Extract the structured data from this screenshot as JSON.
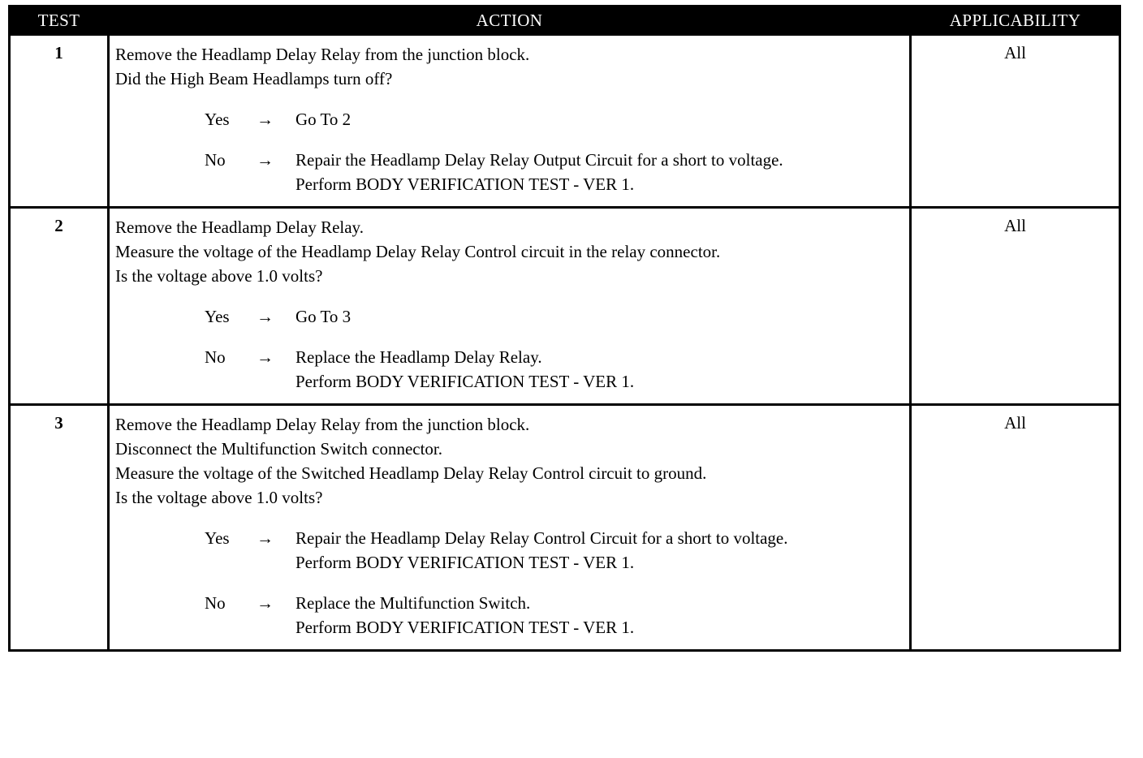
{
  "table": {
    "headers": {
      "test": "TEST",
      "action": "ACTION",
      "applicability": "APPLICABILITY"
    },
    "rows": [
      {
        "test": "1",
        "applicability": "All",
        "statements": [
          "Remove the Headlamp Delay Relay from the junction block.",
          "Did the High Beam Headlamps turn off?"
        ],
        "branches": [
          {
            "answer": "Yes",
            "arrow": "→",
            "lines": [
              "Go To   2"
            ]
          },
          {
            "answer": "No",
            "arrow": "→",
            "lines": [
              "Repair the Headlamp Delay Relay Output Circuit for a short to voltage.",
              "Perform BODY VERIFICATION TEST - VER 1."
            ]
          }
        ]
      },
      {
        "test": "2",
        "applicability": "All",
        "statements": [
          "Remove the Headlamp Delay Relay.",
          "Measure the voltage of the Headlamp Delay Relay Control circuit in the relay connector.",
          "Is the voltage above 1.0 volts?"
        ],
        "branches": [
          {
            "answer": "Yes",
            "arrow": "→",
            "lines": [
              "Go To   3"
            ]
          },
          {
            "answer": "No",
            "arrow": "→",
            "lines": [
              "Replace the Headlamp Delay Relay.",
              "Perform BODY VERIFICATION TEST - VER 1."
            ]
          }
        ]
      },
      {
        "test": "3",
        "applicability": "All",
        "statements": [
          "Remove the Headlamp Delay Relay from the junction block.",
          "Disconnect the Multifunction Switch connector.",
          "Measure the voltage of the Switched Headlamp Delay Relay Control circuit to ground.",
          "Is the voltage above 1.0 volts?"
        ],
        "branches": [
          {
            "answer": "Yes",
            "arrow": "→",
            "lines": [
              "Repair the Headlamp Delay Relay Control Circuit for a short to voltage.",
              "Perform BODY VERIFICATION TEST - VER 1."
            ]
          },
          {
            "answer": "No",
            "arrow": "→",
            "lines": [
              "Replace the Multifunction Switch.",
              "Perform BODY VERIFICATION TEST - VER 1."
            ]
          }
        ]
      }
    ]
  },
  "colors": {
    "header_background": "#000000",
    "header_text": "#ffffff",
    "body_text": "#000000",
    "page_background": "#ffffff",
    "border": "#000000"
  }
}
